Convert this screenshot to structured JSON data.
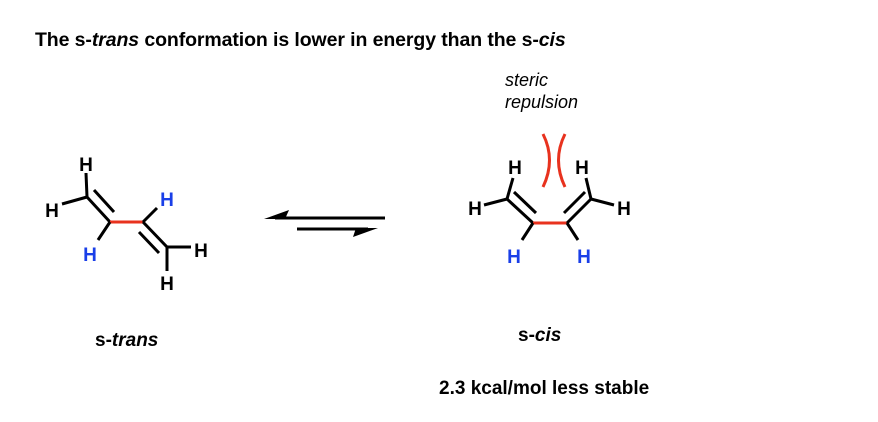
{
  "title": {
    "prefix": "The s-",
    "italic1": "trans",
    "middle": " conformation is lower in energy than the s-",
    "italic2": "cis"
  },
  "colors": {
    "bond": "#000000",
    "central_bond": "#E8321E",
    "repulsion": "#E8321E",
    "highlight_h": "#1A3FE8"
  },
  "molecules": [
    {
      "name": "s-trans",
      "label_prefix": "s-",
      "label_italic": "trans",
      "atoms": [
        {
          "symbol": "H",
          "role": "terminal",
          "color": "black"
        },
        {
          "symbol": "H",
          "role": "terminal",
          "color": "black"
        },
        {
          "symbol": "H",
          "role": "internal",
          "color": "blue"
        },
        {
          "symbol": "H",
          "role": "internal",
          "color": "blue"
        },
        {
          "symbol": "H",
          "role": "terminal",
          "color": "black"
        },
        {
          "symbol": "H",
          "role": "terminal",
          "color": "black"
        }
      ]
    },
    {
      "name": "s-cis",
      "label_prefix": "s-",
      "label_italic": "cis",
      "atoms": [
        {
          "symbol": "H",
          "role": "terminal",
          "color": "black"
        },
        {
          "symbol": "H",
          "role": "terminal",
          "color": "black"
        },
        {
          "symbol": "H",
          "role": "internal",
          "color": "blue"
        },
        {
          "symbol": "H",
          "role": "internal",
          "color": "blue"
        },
        {
          "symbol": "H",
          "role": "terminal",
          "color": "black"
        },
        {
          "symbol": "H",
          "role": "terminal",
          "color": "black"
        }
      ],
      "annotation_line1": "steric",
      "annotation_line2": "repulsion",
      "energy_note": "2.3 kcal/mol less stable"
    }
  ],
  "equilibrium": {
    "type": "equilibrium-harpoons",
    "favored_direction": "left"
  }
}
